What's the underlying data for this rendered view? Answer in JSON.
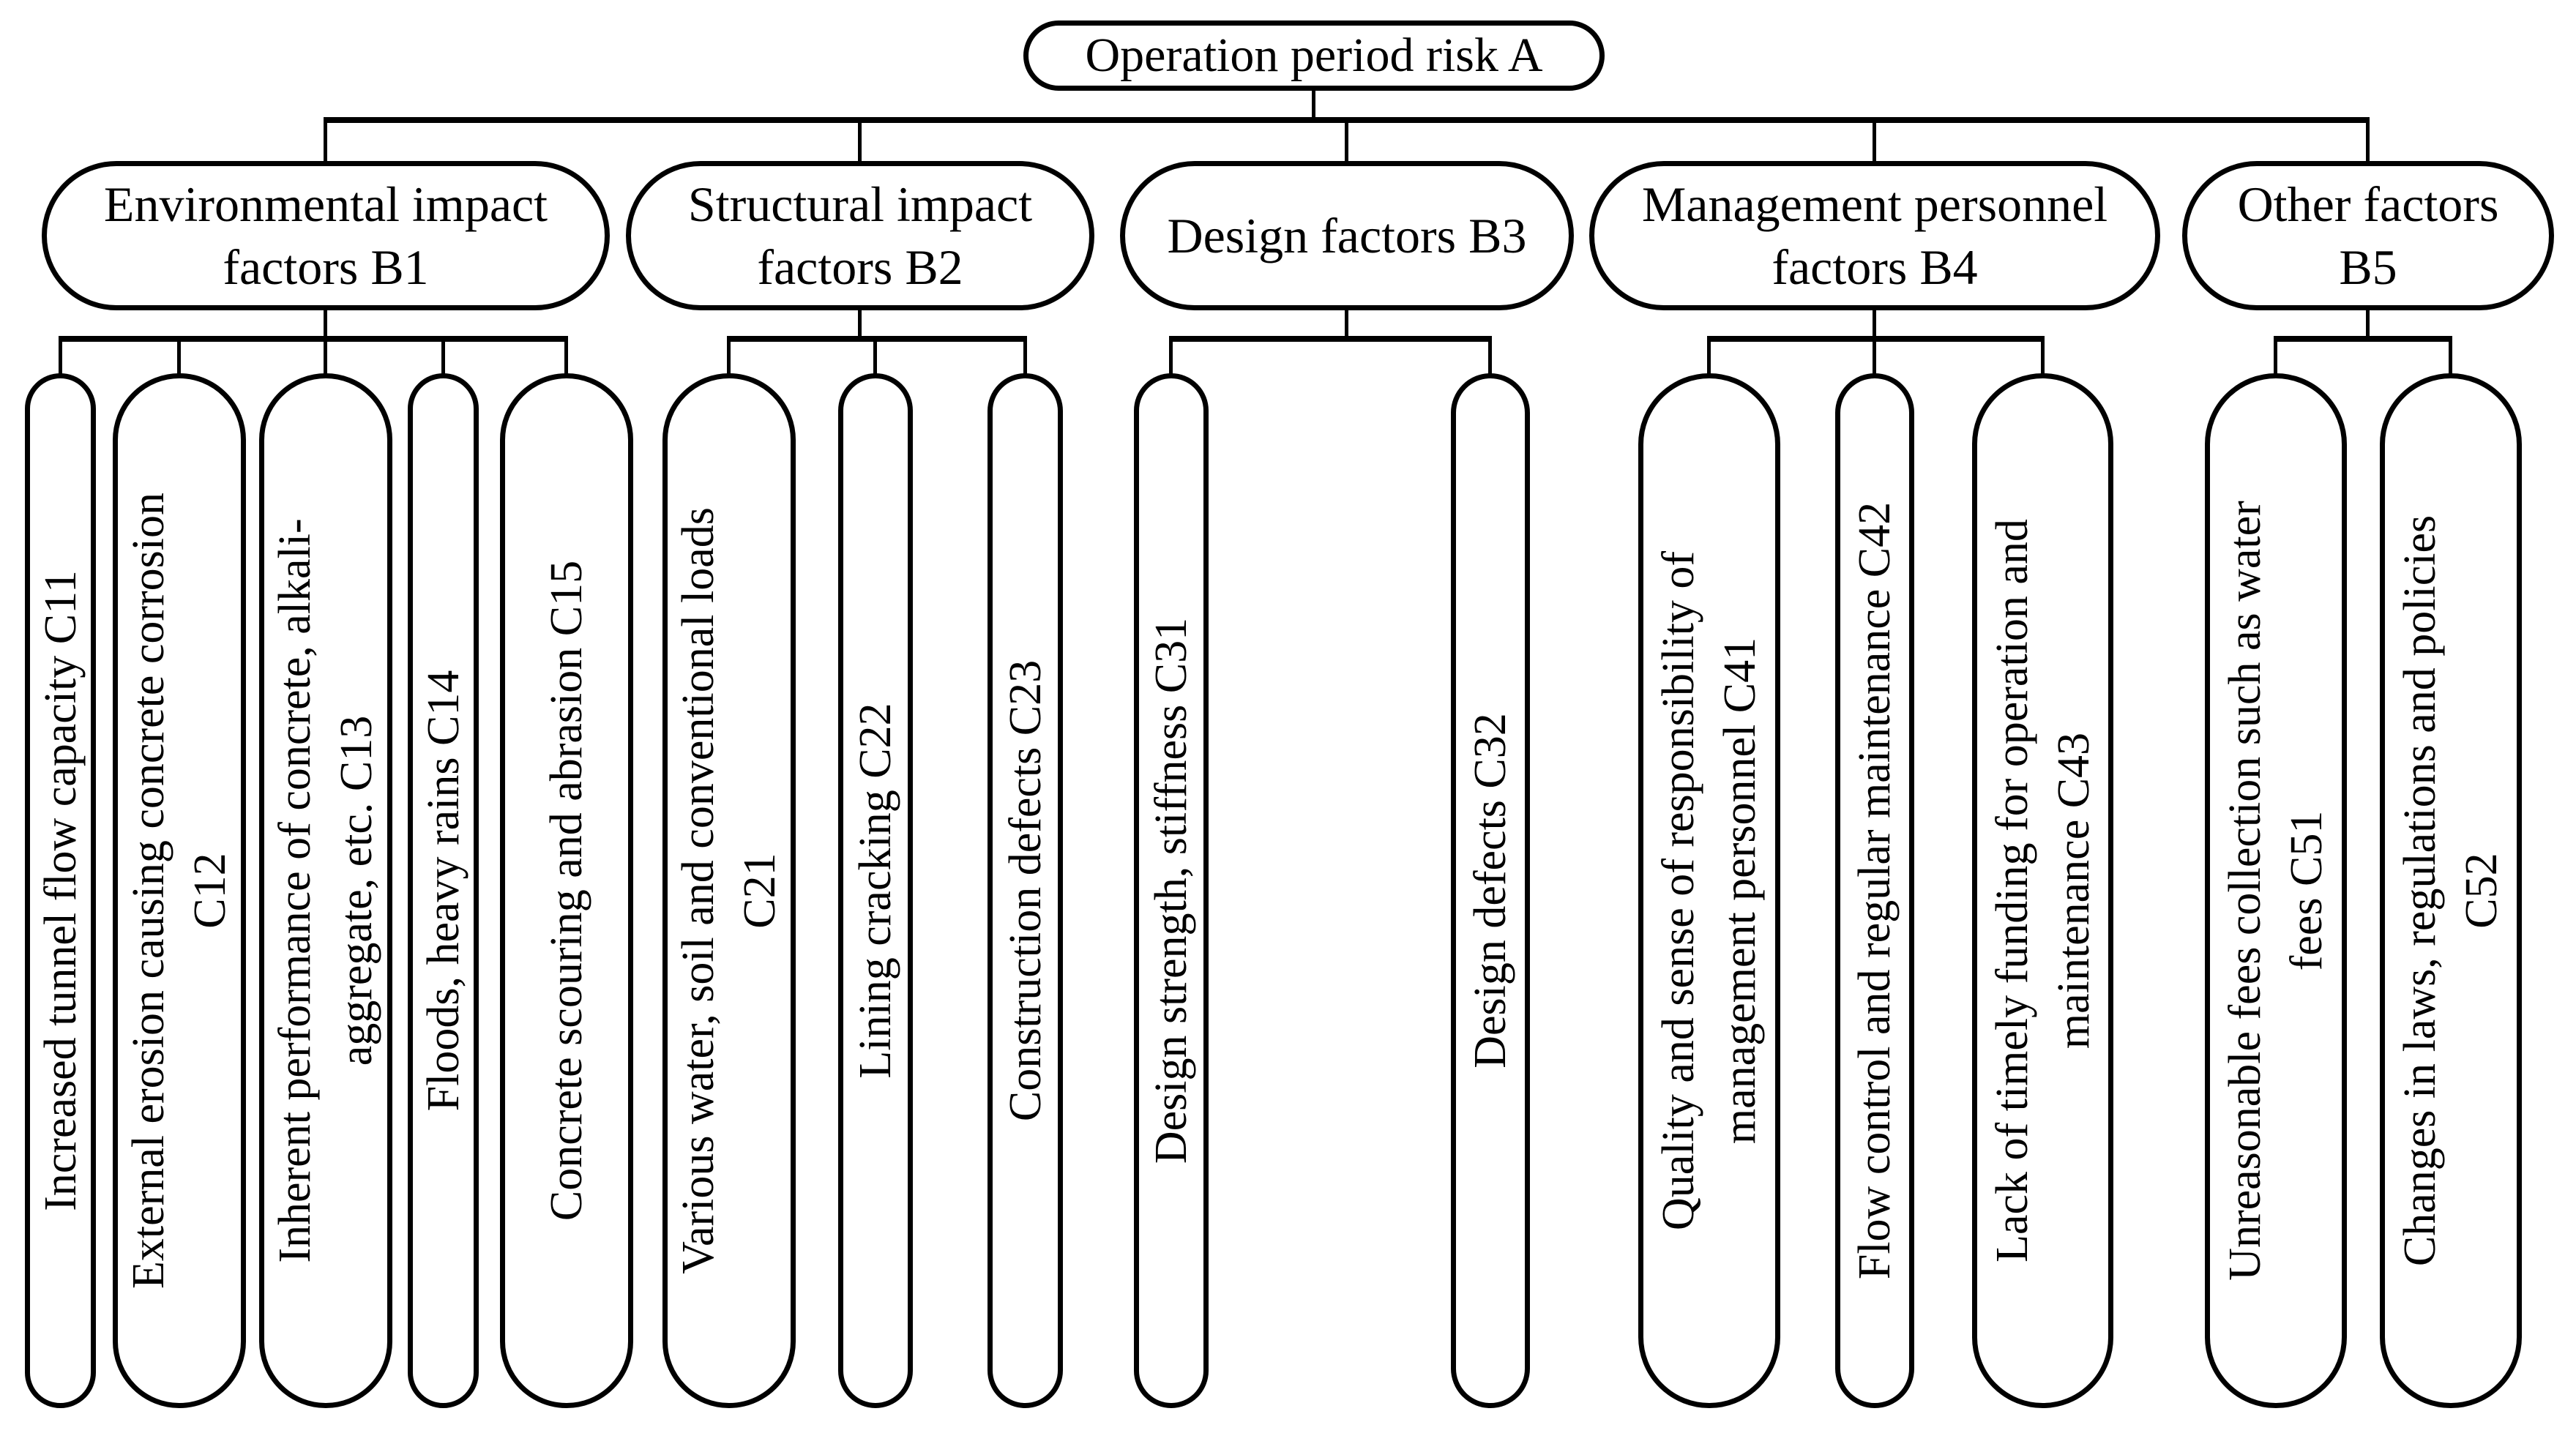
{
  "diagram": {
    "title": "Operation period risk hierarchy",
    "colors": {
      "line": "#000000",
      "node_fill": "#ffffff",
      "background": "#ffffff",
      "text": "#000000"
    },
    "root": {
      "id": "A",
      "label": "Operation period risk A",
      "lines": [
        "Operation period risk A"
      ]
    },
    "branches": [
      {
        "id": "B1",
        "label": "Environmental impact factors B1",
        "lines": [
          "Environmental impact",
          "factors B1"
        ],
        "children": [
          {
            "id": "C11",
            "label": "Increased tunnel flow capacity C11",
            "lines": [
              "Increased tunnel flow capacity C11"
            ]
          },
          {
            "id": "C12",
            "label": "External erosion causing concrete corrosion C12",
            "lines": [
              "External erosion causing concrete corrosion",
              "C12"
            ]
          },
          {
            "id": "C13",
            "label": "Inherent performance of concrete, alkali-aggregate, etc. C13",
            "lines": [
              "Inherent performance of concrete, alkali-",
              "aggregate, etc. C13"
            ]
          },
          {
            "id": "C14",
            "label": "Floods, heavy rains C14",
            "lines": [
              "Floods, heavy rains C14"
            ]
          },
          {
            "id": "C15",
            "label": "Concrete scouring and abrasion C15",
            "lines": [
              "Concrete scouring and abrasion C15"
            ]
          }
        ]
      },
      {
        "id": "B2",
        "label": "Structural impact factors B2",
        "lines": [
          "Structural impact",
          "factors B2"
        ],
        "children": [
          {
            "id": "C21",
            "label": "Various water, soil and conventional loads C21",
            "lines": [
              "Various water, soil and conventional loads",
              "C21"
            ]
          },
          {
            "id": "C22",
            "label": "Lining cracking C22",
            "lines": [
              "Lining cracking C22"
            ]
          },
          {
            "id": "C23",
            "label": "Construction defects C23",
            "lines": [
              "Construction defects C23"
            ]
          }
        ]
      },
      {
        "id": "B3",
        "label": "Design factors B3",
        "lines": [
          "Design factors B3"
        ],
        "children": [
          {
            "id": "C31",
            "label": "Design strength, stiffness C31",
            "lines": [
              "Design strength, stiffness C31"
            ]
          },
          {
            "id": "C32",
            "label": "Design defects C32",
            "lines": [
              "Design defects C32"
            ]
          }
        ]
      },
      {
        "id": "B4",
        "label": "Management personnel factors B4",
        "lines": [
          "Management personnel",
          "factors B4"
        ],
        "children": [
          {
            "id": "C41",
            "label": "Quality and sense of responsibility of management personnel C41",
            "lines": [
              "Quality and sense of responsibility of",
              "management personnel C41"
            ]
          },
          {
            "id": "C42",
            "label": "Flow control and regular maintenance C42",
            "lines": [
              "Flow control and regular maintenance C42"
            ]
          },
          {
            "id": "C43",
            "label": "Lack of timely funding for operation and maintenance C43",
            "lines": [
              "Lack of timely funding for operation and",
              "maintenance C43"
            ]
          }
        ]
      },
      {
        "id": "B5",
        "label": "Other factors B5",
        "lines": [
          "Other factors",
          "B5"
        ],
        "children": [
          {
            "id": "C51",
            "label": "Unreasonable fees collection such as water fees C51",
            "lines": [
              "Unreasonable fees collection such as water",
              "fees C51"
            ]
          },
          {
            "id": "C52",
            "label": "Changes in laws, regulations and policies C52",
            "lines": [
              "Changes in laws, regulations and policies",
              "C52"
            ]
          }
        ]
      }
    ]
  }
}
